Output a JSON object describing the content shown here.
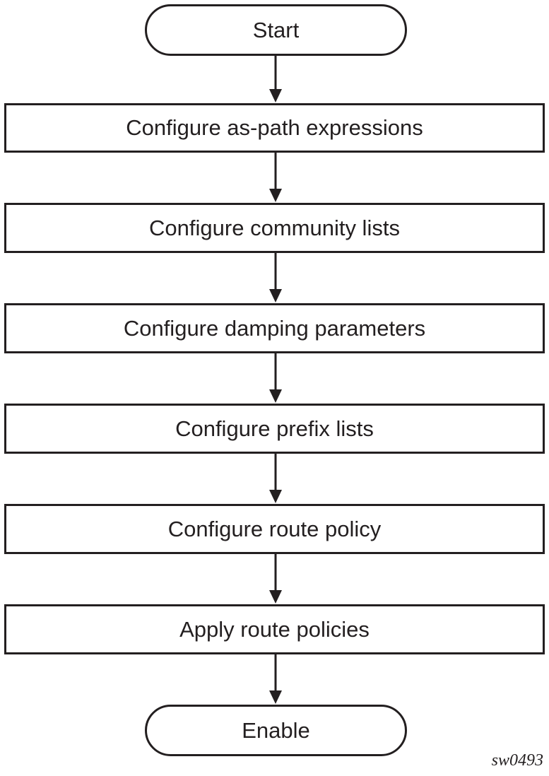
{
  "flowchart": {
    "start_label": "Start",
    "steps": [
      "Configure as-path expressions",
      "Configure community lists",
      "Configure damping parameters",
      "Configure prefix lists",
      "Configure route policy",
      "Apply route policies"
    ],
    "end_label": "Enable"
  },
  "figure_id": "sw0493"
}
